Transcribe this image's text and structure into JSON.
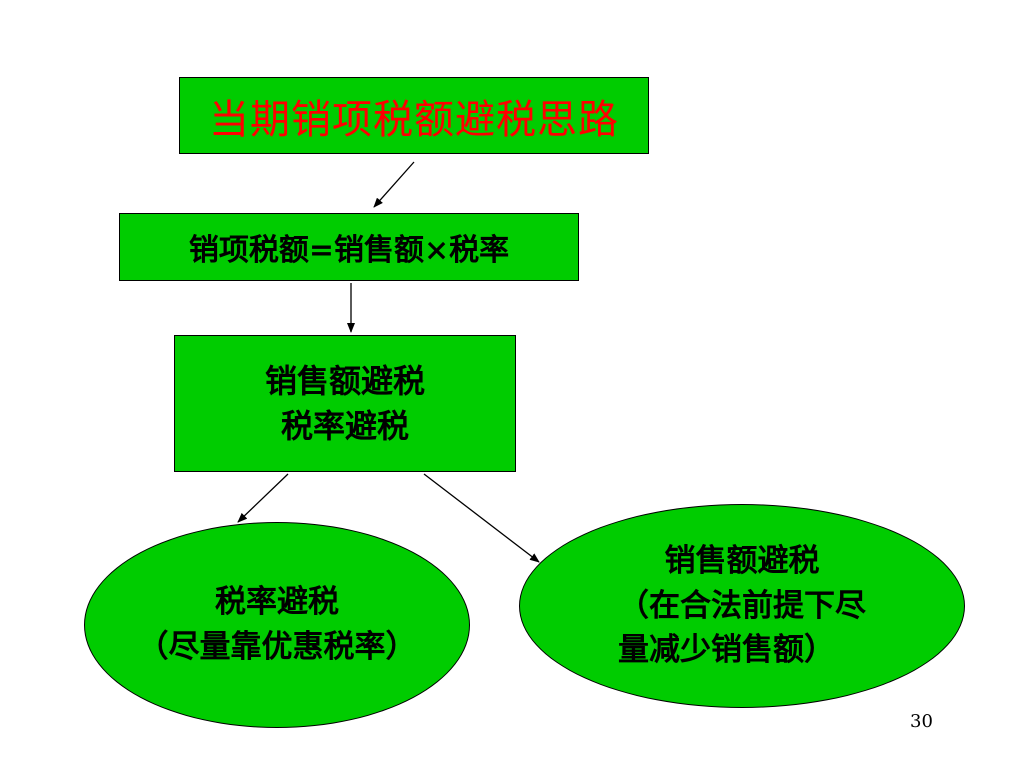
{
  "colors": {
    "green": "#00cc00",
    "title_text": "#ff0000",
    "text": "#000000",
    "line": "#000000",
    "background": "#ffffff"
  },
  "title": "当期销项税额避税思路",
  "formula": "销项税额=销售额×税率",
  "methods": {
    "line1": "销售额避税",
    "line2": "税率避税"
  },
  "left_ellipse": {
    "line1": "税率避税",
    "line2": "（尽量靠优惠税率）"
  },
  "right_ellipse": {
    "line1": "销售额避税",
    "line2": "（在合法前提下尽",
    "line3": "量减少销售额）"
  },
  "page_number": "30"
}
